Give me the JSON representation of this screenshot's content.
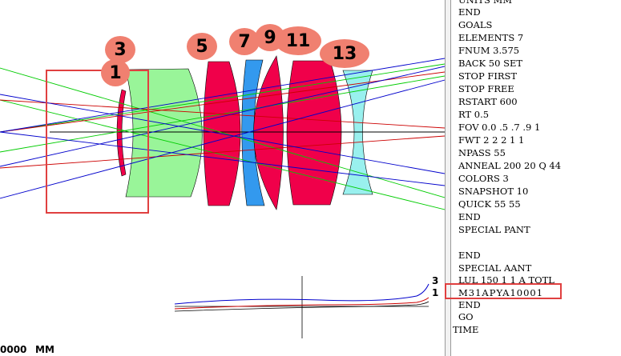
{
  "colors": {
    "ray_blue": "#0000cc",
    "ray_green": "#00cc00",
    "ray_red": "#cc0000",
    "lens_red": "#f0004a",
    "lens_green": "#99f599",
    "lens_blue": "#3399ee",
    "lens_cyan": "#99f0ee",
    "bubble": "#f08070",
    "highlight_box": "#e04040"
  },
  "element_labels": [
    "3",
    "1",
    "5",
    "7",
    "9",
    "11",
    "13"
  ],
  "curve_labels": [
    "3",
    "1"
  ],
  "bottom_left": {
    "value": "0000",
    "unit": "MM"
  },
  "editor_lines": [
    "UNITS MM",
    "END",
    "GOALS",
    "ELEMENTS 7",
    "FNUM 3.575",
    "BACK 50 SET",
    "STOP FIRST",
    "STOP FREE",
    "RSTART 600",
    "RT 0.5",
    "FOV 0.0 .5 .7 .9 1",
    "FWT 2 2 2 1 1",
    "NPASS 55",
    "ANNEAL 200 20 Q 44",
    "COLORS 3",
    "SNAPSHOT 10",
    "QUICK 55 55",
    "END",
    "SPECIAL PANT",
    "",
    "END",
    "SPECIAL AANT",
    "LUL 150 1 1 A TOTL",
    "M31APYA10001",
    "END",
    "GO",
    "TIME"
  ]
}
